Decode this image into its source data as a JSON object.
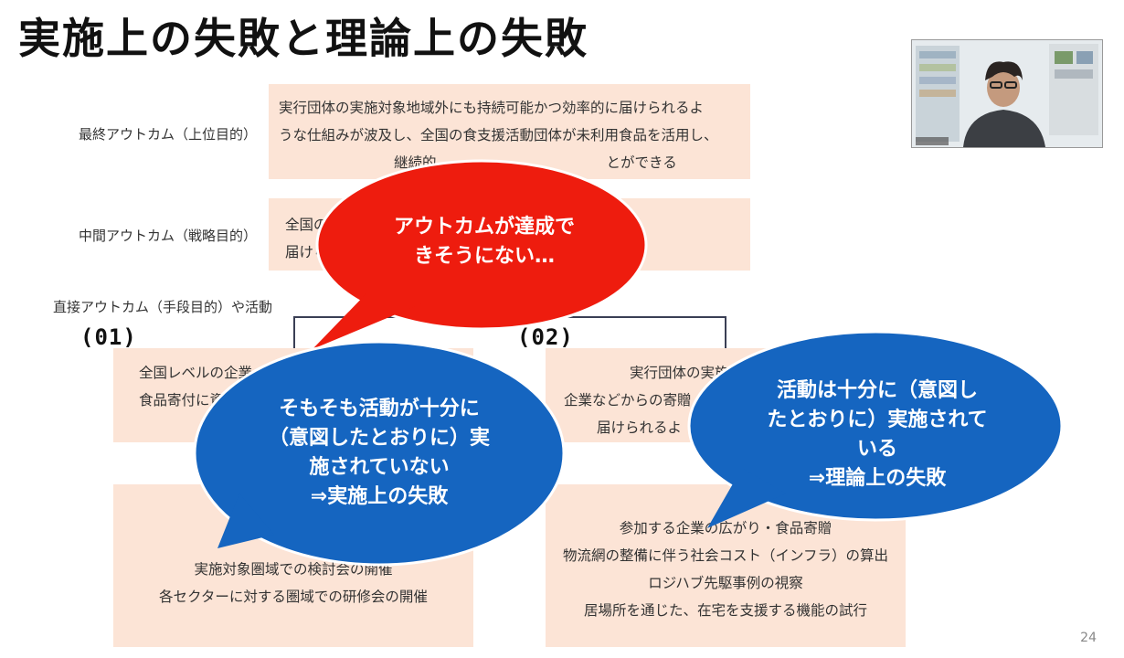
{
  "title": "実施上の失敗と理論上の失敗",
  "page_number": "24",
  "rows": {
    "final": {
      "label": "最終アウトカム（上位目的）",
      "lines": [
        "実行団体の実施対象地域外にも持続可能かつ効率的に届けられるよ",
        "うな仕組みが波及し、全国の食支援活動団体が未利用食品を活用し、",
        "継続的　　　　　　　　　　　　とができる"
      ]
    },
    "intermediate": {
      "label": "中間アウトカム（戦略目的）",
      "lines": [
        "全国の　　　　　　　　　　　　　　　　かつ効率的に",
        "届けら　　　　　　　　　　　　　　　　されている"
      ]
    },
    "direct": {
      "label": "直接アウトカム（手段目的）や活動"
    }
  },
  "columns": [
    {
      "number": "(01)",
      "top_lines": [
        "全国レベルの企業",
        "食品寄付に資"
      ],
      "bottom_lines": [
        "実施対象圏域での検討会の開催",
        "各セクターに対する圏域での研修会の開催"
      ]
    },
    {
      "number": "(02)",
      "top_lines": [
        "実行団体の実施",
        "企業などからの寄贈",
        "届けられるよ"
      ],
      "bottom_lines": [
        "参加する企業の広がり・食品寄贈",
        "物流網の整備に伴う社会コスト（インフラ）の算出",
        "ロジハブ先駆事例の視察",
        "居場所を通じた、在宅を支援する機能の試行"
      ]
    }
  ],
  "bubbles": {
    "red": {
      "lines": [
        "アウトカムが達成で",
        "きそうにない…"
      ],
      "color": "#ee1c0e"
    },
    "blue_left": {
      "lines": [
        "そもそも活動が十分に",
        "（意図したとおりに）実",
        "施されていない",
        "⇒実施上の失敗"
      ],
      "color": "#1565c0"
    },
    "blue_right": {
      "lines": [
        "活動は十分に（意図し",
        "たとおりに）実施されて",
        "いる",
        "⇒理論上の失敗"
      ],
      "color": "#1565c0"
    }
  },
  "video": {
    "icon": "person-video-thumbnail"
  }
}
